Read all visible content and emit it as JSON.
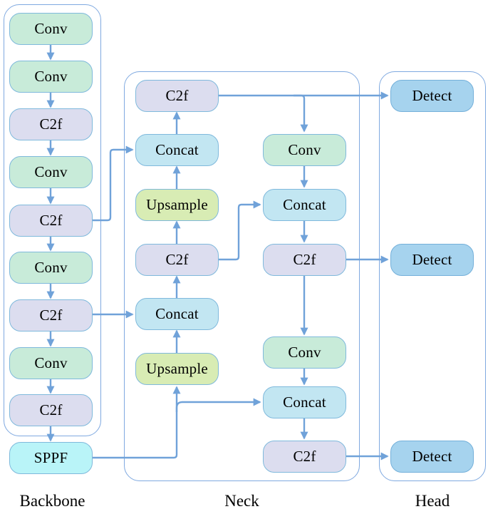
{
  "sections": {
    "backbone": {
      "label": "Backbone"
    },
    "neck": {
      "label": "Neck"
    },
    "head": {
      "label": "Head"
    }
  },
  "nodes": {
    "b1": {
      "label": "Conv",
      "type": "conv",
      "section": "backbone"
    },
    "b2": {
      "label": "Conv",
      "type": "conv",
      "section": "backbone"
    },
    "b3": {
      "label": "C2f",
      "type": "c2f",
      "section": "backbone"
    },
    "b4": {
      "label": "Conv",
      "type": "conv",
      "section": "backbone"
    },
    "b5": {
      "label": "C2f",
      "type": "c2f",
      "section": "backbone"
    },
    "b6": {
      "label": "Conv",
      "type": "conv",
      "section": "backbone"
    },
    "b7": {
      "label": "C2f",
      "type": "c2f",
      "section": "backbone"
    },
    "b8": {
      "label": "Conv",
      "type": "conv",
      "section": "backbone"
    },
    "b9": {
      "label": "C2f",
      "type": "c2f",
      "section": "backbone"
    },
    "b10": {
      "label": "SPPF",
      "type": "sppf",
      "section": "backbone"
    },
    "n1": {
      "label": "C2f",
      "type": "c2f",
      "section": "neck"
    },
    "n2": {
      "label": "Concat",
      "type": "concat",
      "section": "neck"
    },
    "n3": {
      "label": "Upsample",
      "type": "upsample",
      "section": "neck"
    },
    "n4": {
      "label": "C2f",
      "type": "c2f",
      "section": "neck"
    },
    "n5": {
      "label": "Concat",
      "type": "concat",
      "section": "neck"
    },
    "n6": {
      "label": "Upsample",
      "type": "upsample",
      "section": "neck"
    },
    "n7": {
      "label": "Conv",
      "type": "conv",
      "section": "neck"
    },
    "n8": {
      "label": "Concat",
      "type": "concat",
      "section": "neck"
    },
    "n9": {
      "label": "C2f",
      "type": "c2f",
      "section": "neck"
    },
    "n10": {
      "label": "Conv",
      "type": "conv",
      "section": "neck"
    },
    "n11": {
      "label": "Concat",
      "type": "concat",
      "section": "neck"
    },
    "n12": {
      "label": "C2f",
      "type": "c2f",
      "section": "neck"
    },
    "h1": {
      "label": "Detect",
      "type": "detect",
      "section": "head"
    },
    "h2": {
      "label": "Detect",
      "type": "detect",
      "section": "head"
    },
    "h3": {
      "label": "Detect",
      "type": "detect",
      "section": "head"
    }
  },
  "edges": [
    {
      "from": "b1",
      "to": "b2"
    },
    {
      "from": "b2",
      "to": "b3"
    },
    {
      "from": "b3",
      "to": "b4"
    },
    {
      "from": "b4",
      "to": "b5"
    },
    {
      "from": "b5",
      "to": "b6"
    },
    {
      "from": "b6",
      "to": "b7"
    },
    {
      "from": "b7",
      "to": "b8"
    },
    {
      "from": "b8",
      "to": "b9"
    },
    {
      "from": "b9",
      "to": "b10"
    },
    {
      "from": "b5",
      "to": "n2"
    },
    {
      "from": "b7",
      "to": "n5"
    },
    {
      "from": "b10",
      "to": "n6"
    },
    {
      "from": "b10",
      "to": "n11"
    },
    {
      "from": "n6",
      "to": "n5"
    },
    {
      "from": "n5",
      "to": "n4"
    },
    {
      "from": "n4",
      "to": "n3"
    },
    {
      "from": "n3",
      "to": "n2"
    },
    {
      "from": "n2",
      "to": "n1"
    },
    {
      "from": "n1",
      "to": "h1"
    },
    {
      "from": "n1",
      "to": "n7"
    },
    {
      "from": "n7",
      "to": "n8"
    },
    {
      "from": "n4",
      "to": "n8"
    },
    {
      "from": "n8",
      "to": "n9"
    },
    {
      "from": "n9",
      "to": "h2"
    },
    {
      "from": "n9",
      "to": "n10"
    },
    {
      "from": "n10",
      "to": "n11"
    },
    {
      "from": "n11",
      "to": "n12"
    },
    {
      "from": "n12",
      "to": "h3"
    }
  ],
  "colors": {
    "conv_fill": "#C8EBD9",
    "c2f_fill": "#DCDDEF",
    "concat_fill": "#C2E6F2",
    "upsample_fill": "#D8ECB4",
    "sppf_fill": "#B9F4F8",
    "detect_fill": "#A6D3EE",
    "box_border": "#7FB9DC",
    "connector": "#70A2D9",
    "container_border": "#7FA9E0",
    "text": "#000000"
  }
}
